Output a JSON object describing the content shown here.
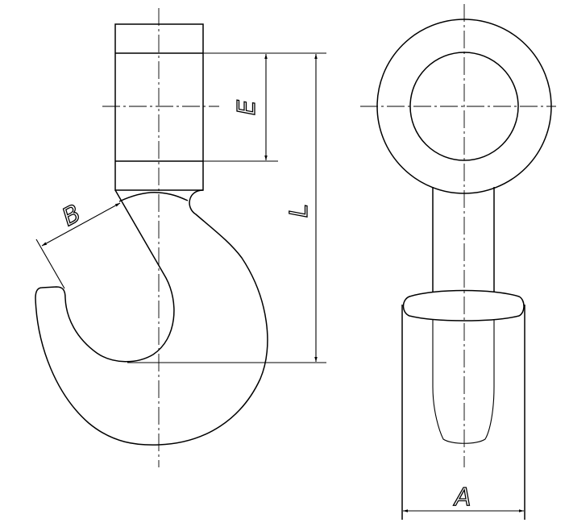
{
  "drawing": {
    "subject": "hook",
    "colors": {
      "line": "#000000",
      "background": "#ffffff"
    },
    "dimensions": {
      "B": "B",
      "E": "E",
      "L": "L",
      "A": "A"
    }
  }
}
